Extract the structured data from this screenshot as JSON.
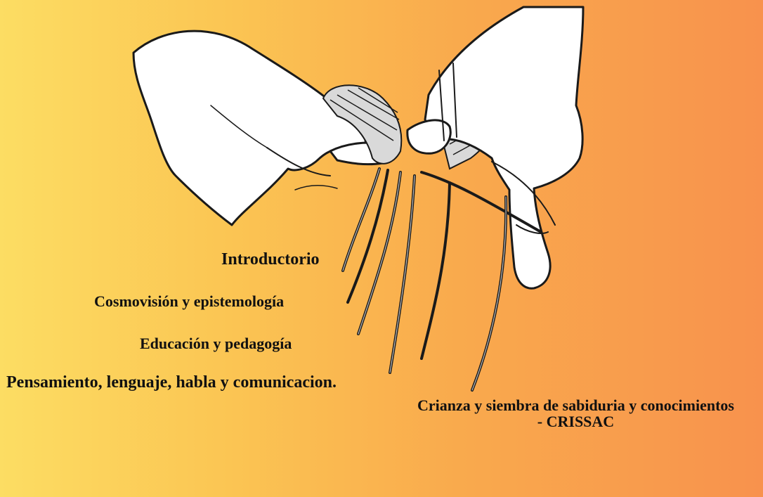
{
  "menu": {
    "introductorio": "Introductorio",
    "cosmovision": "Cosmovisión y epistemología",
    "educacion": "Educación y pedagogía",
    "pensamiento": "Pensamiento, lenguaje, habla y comunicacion.",
    "crissac_line1": "Crianza y siembra de sabiduria y conocimientos",
    "crissac_line2": "- CRISSAC"
  },
  "illustration": {
    "subject": "hands-braiding-cords-icon",
    "ink_color": "#1a1a1a",
    "hand_fill": "#ffffff"
  },
  "background": {
    "gradient_start": "#fcdd63",
    "gradient_end": "#f8924d"
  }
}
